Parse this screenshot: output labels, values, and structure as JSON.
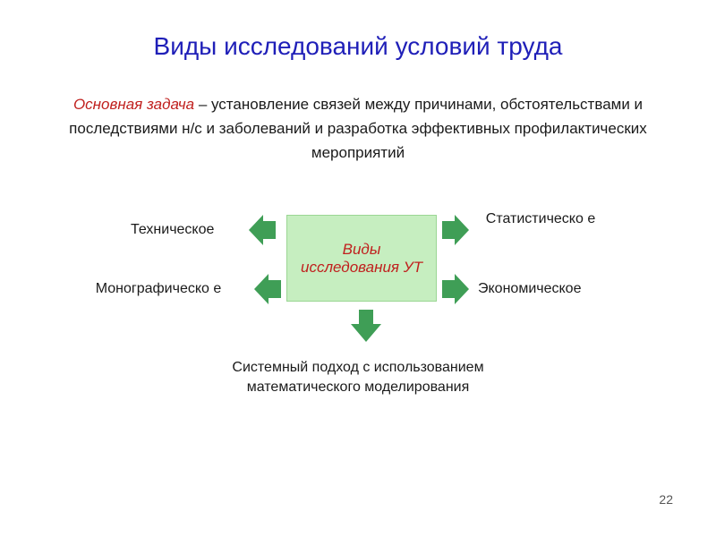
{
  "slide": {
    "title": "Виды исследований условий труда",
    "task_lead": "Основная задача",
    "task_rest": " – установление связей между причинами, обстоятельствами и последствиями н/с и заболеваний и разработка эффективных профилактических мероприятий",
    "center_label": "Виды исследования УТ",
    "left_top_label": "Техническое",
    "left_bottom_label": "Монографическо е",
    "right_top_label": "Статистическо е",
    "right_bottom_label": "Экономическое",
    "bottom_label_line1": "Системный подход с использованием",
    "bottom_label_line2": "математического моделирования",
    "page_number": "22"
  },
  "colors": {
    "title": "#1f1fb8",
    "accent_red": "#c0201e",
    "box_fill": "#c6eec0",
    "arrow_fill": "#3f9e56"
  }
}
